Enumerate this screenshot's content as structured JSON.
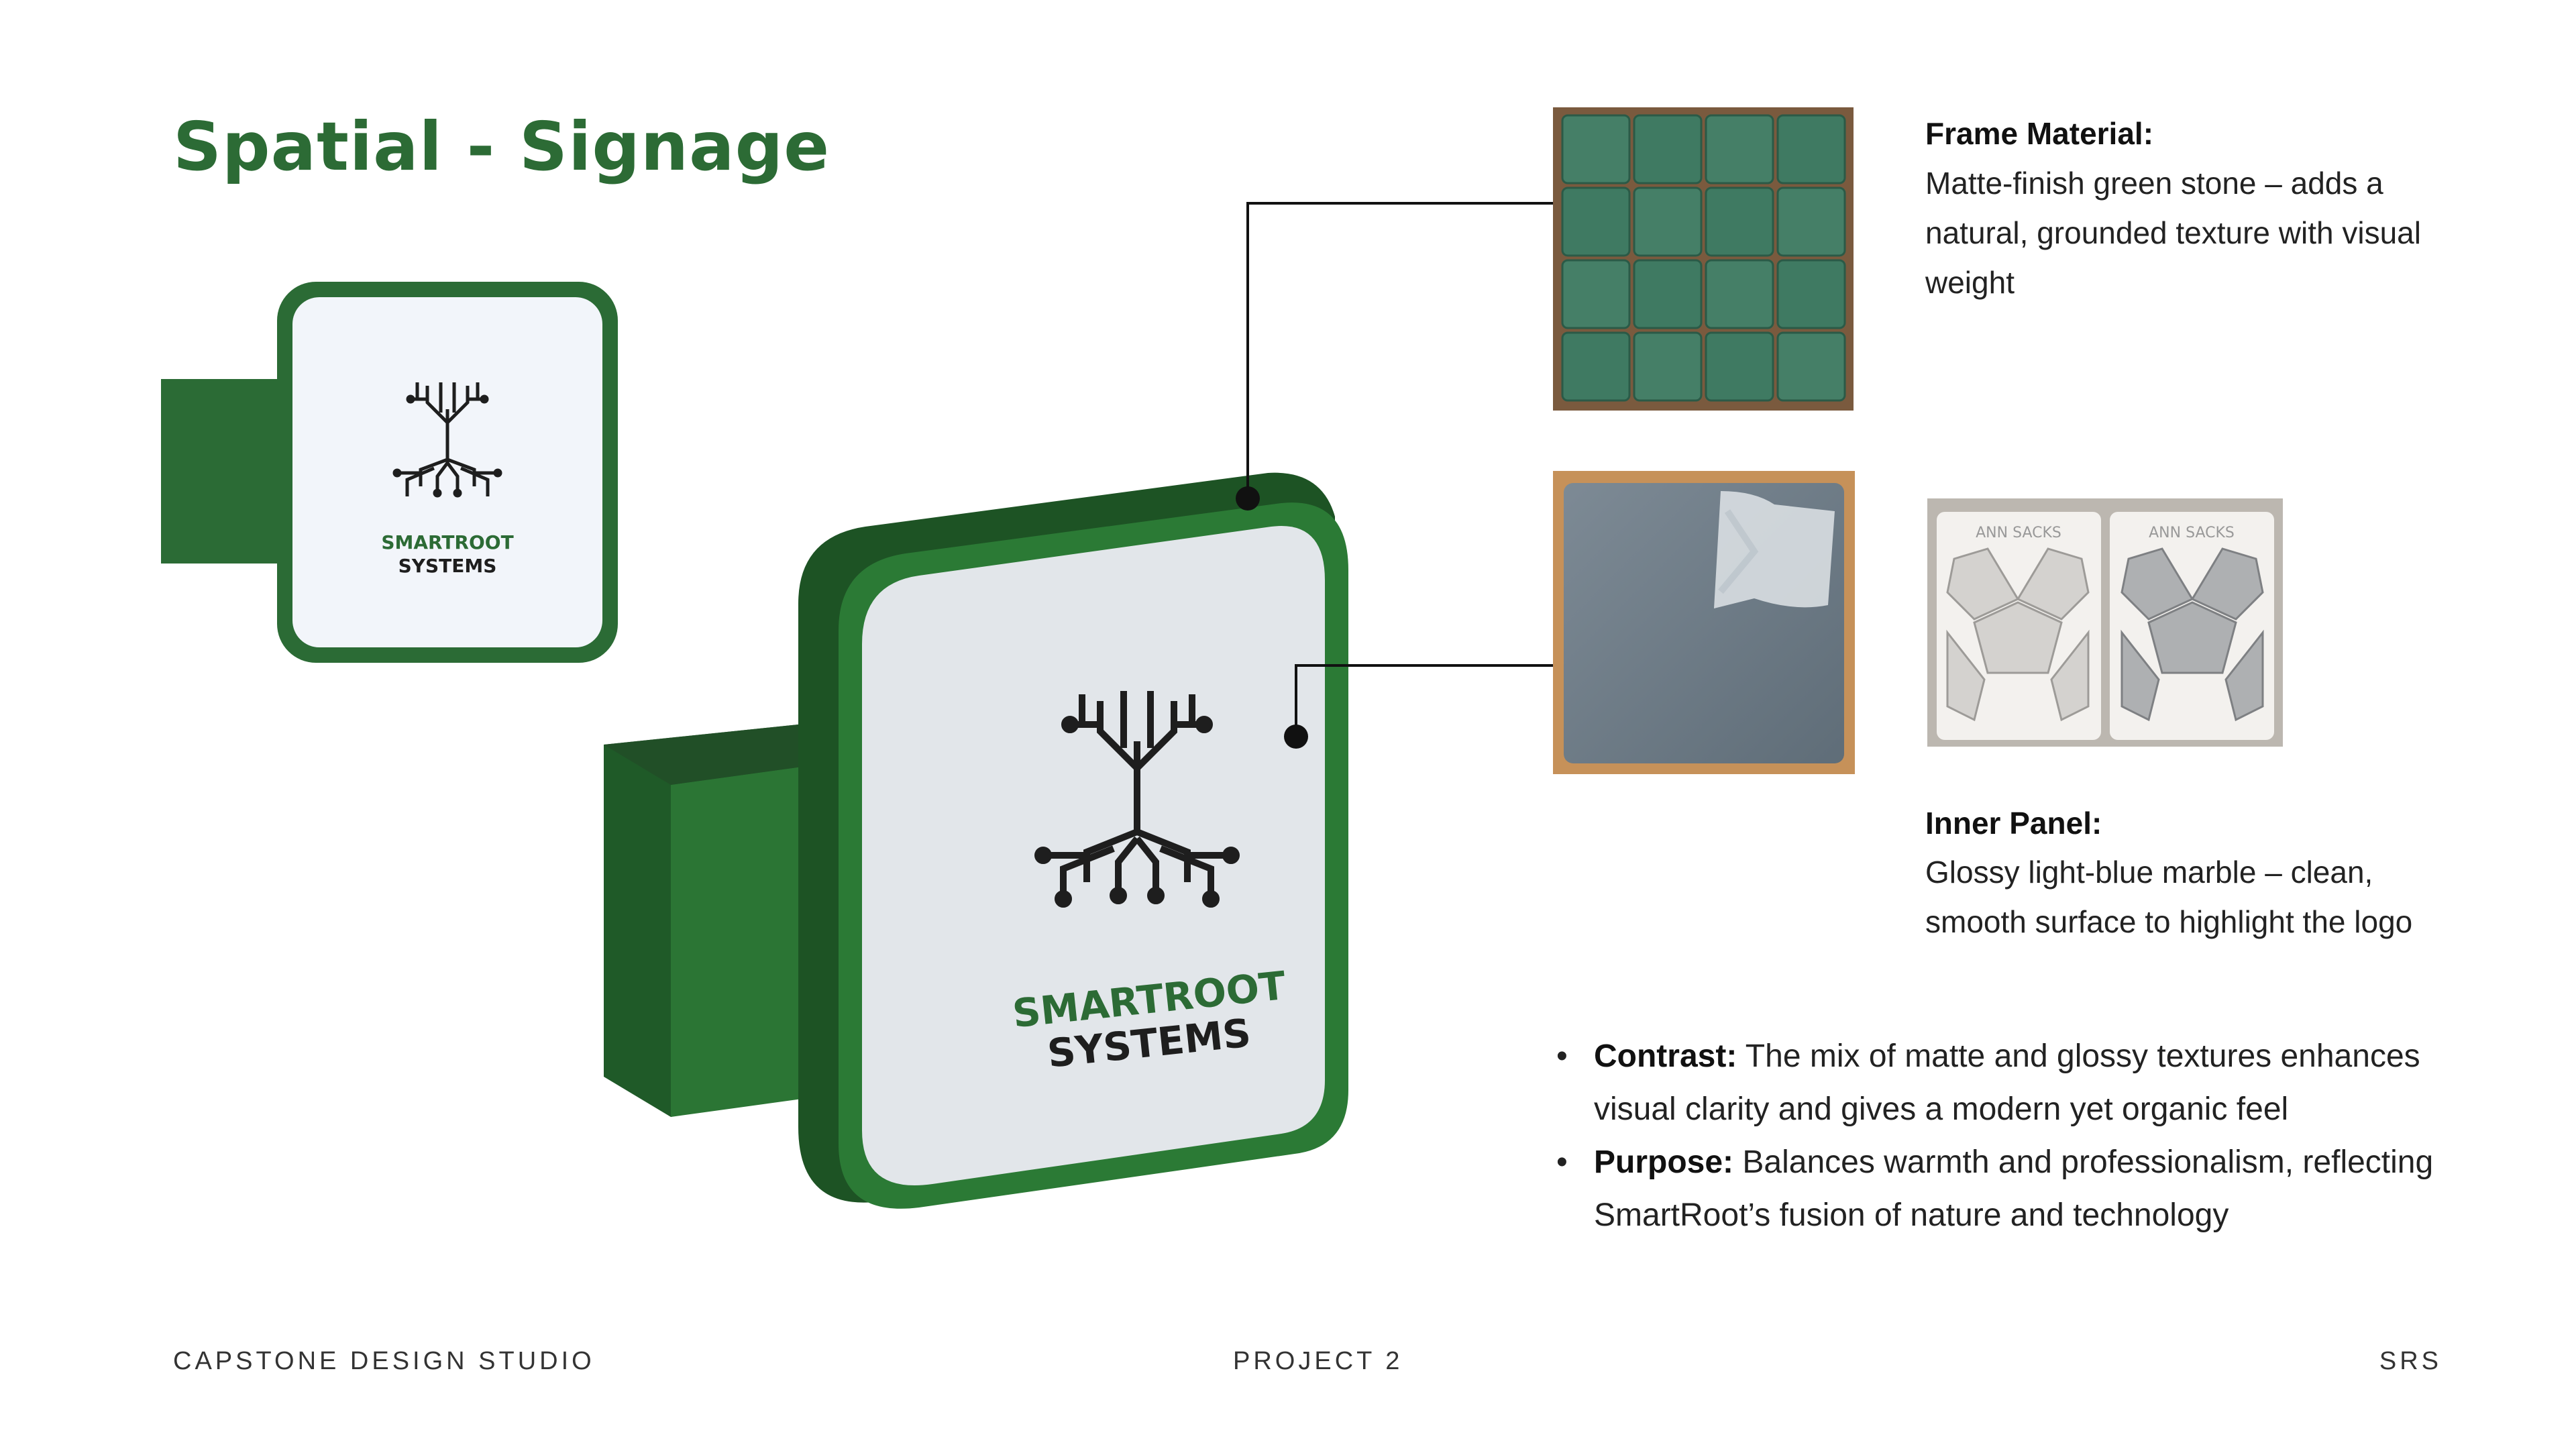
{
  "page": {
    "title": "Spatial - Signage"
  },
  "small_sign": {
    "logo_line1": "SMARTROOT",
    "logo_line2": "SYSTEMS"
  },
  "big_sign": {
    "logo_line1": "SMARTROOT",
    "logo_line2": "SYSTEMS"
  },
  "frame_material": {
    "heading": "Frame Material:",
    "lines": [
      "Matte-finish green stone – adds a",
      "natural, grounded texture with visual",
      "weight"
    ]
  },
  "inner_panel": {
    "heading": "Inner Panel:",
    "lines": [
      "Glossy light-blue marble – clean,",
      "smooth surface to highlight the logo"
    ]
  },
  "sample_photo": {
    "tag_left": "ANN SACKS",
    "tag_right": "ANN SACKS"
  },
  "bullets": [
    {
      "label": "Contrast:",
      "line1": "The mix of matte and glossy textures enhances",
      "line2": "visual clarity and gives a modern yet organic feel"
    },
    {
      "label": "Purpose:",
      "line1": "Balances warmth and professionalism, reflecting",
      "line2": "SmartRoot’s fusion of nature and technology"
    }
  ],
  "footer": {
    "left": "CAPSTONE DESIGN STUDIO",
    "center": "PROJECT 2",
    "right": "SRS"
  },
  "colors": {
    "brand_green": "#2c6b35",
    "frame_green": "#2a6a33",
    "panel": "#e2e6ea"
  },
  "icons": [
    "smartroot-tree-logo-icon",
    "bullet-dot-icon"
  ]
}
